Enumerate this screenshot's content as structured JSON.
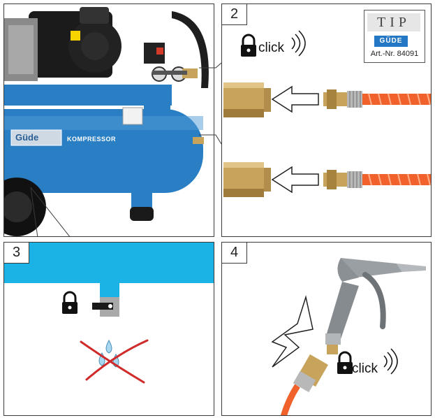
{
  "panel1": {
    "brand_label": "Güde",
    "product_label": "KOMPRESSOR"
  },
  "panel2": {
    "number": "2",
    "click_text": "click",
    "tip": {
      "title": "TIP",
      "logo": "GÜDE",
      "article": "Art.-Nr. 84091"
    }
  },
  "panel3": {
    "number": "3"
  },
  "panel4": {
    "number": "4",
    "click_text": "click"
  },
  "colors": {
    "compressor_blue": "#2a7fc4",
    "cyan_bar": "#1bb3e6",
    "hose_orange": "#f0612b",
    "brass": "#c8a35c",
    "cross_red": "#d02a2a"
  },
  "icons": [
    "lock-icon",
    "arrow-left-icon",
    "click-wave-icon",
    "water-drops-icon",
    "cross-icon",
    "lightning-arrow-icon"
  ]
}
